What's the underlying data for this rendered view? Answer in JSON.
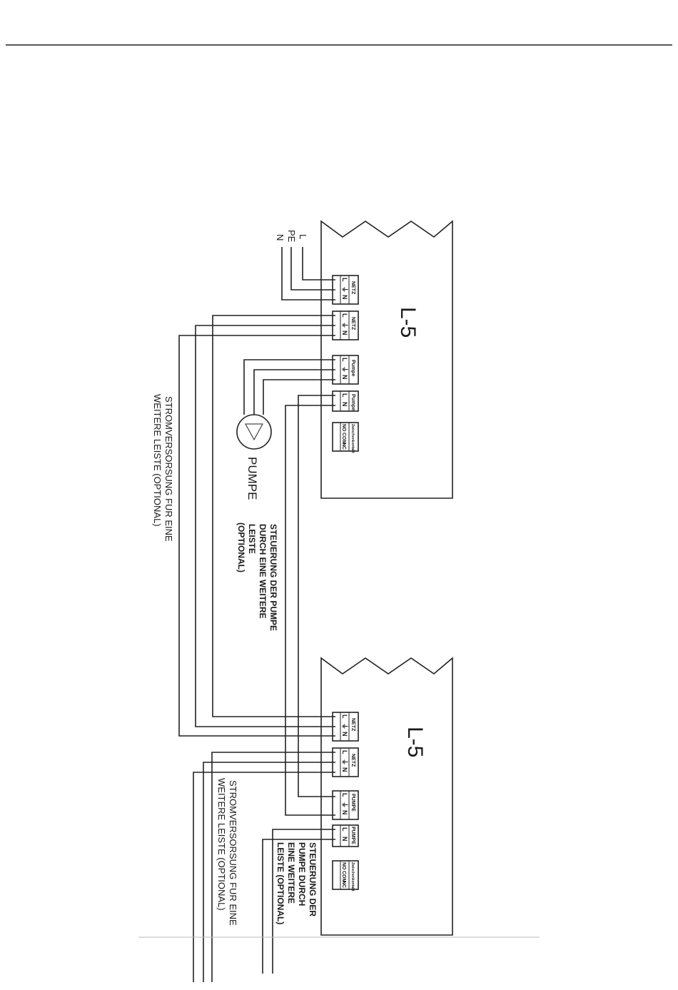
{
  "page_rule": true,
  "controllers": [
    {
      "name": "L-5",
      "terminals": [
        {
          "label": "NETZ",
          "pins": [
            "L",
            "⏚",
            "N"
          ]
        },
        {
          "label": "NETZ",
          "pins": [
            "L",
            "⏚",
            "N"
          ]
        },
        {
          "label": "Pumpe",
          "pins": [
            "L",
            "⏚",
            "N"
          ]
        },
        {
          "label": "Pumpe",
          "pins": [
            "L",
            "N"
          ]
        },
        {
          "label": "Zwischenkontakt",
          "pins": [
            "NO",
            "COM",
            "NC"
          ]
        }
      ]
    },
    {
      "name": "L-5",
      "terminals": [
        {
          "label": "NETZ",
          "pins": [
            "L",
            "⏚",
            "N"
          ]
        },
        {
          "label": "NETZ",
          "pins": [
            "L",
            "⏚",
            "N"
          ]
        },
        {
          "label": "PUMPE",
          "pins": [
            "L",
            "⏚",
            "N"
          ]
        },
        {
          "label": "PUMPE",
          "pins": [
            "L",
            "N"
          ]
        },
        {
          "label": "Zwischenkontakt",
          "pins": [
            "NO",
            "COM",
            "NC"
          ]
        }
      ]
    }
  ],
  "supply_labels": [
    "L",
    "PE",
    "N"
  ],
  "pump_label": "PUMPE",
  "annotations": {
    "supply_top_1": "STROMVERSORSUNG FUR EINE",
    "supply_top_2": "WEITERE LEISTE (OPTIONAL)",
    "control_top_1": "STEUERUNG DER PUMPE",
    "control_top_2": "DURCH EINE WEITERE",
    "control_top_3": "LEISTE",
    "control_top_4": "(OPTIONAL)",
    "supply_bottom_1": "STROMVERSORSUNG FUR EINE",
    "supply_bottom_2": "WEITERE LEISTE (OPTIONAL)",
    "control_bottom_1": "STEUERUNG DER",
    "control_bottom_2": "PUMPE DURCH",
    "control_bottom_3": "EINE WEITERE",
    "control_bottom_4": "LEISTE (OPTIONAL)"
  }
}
